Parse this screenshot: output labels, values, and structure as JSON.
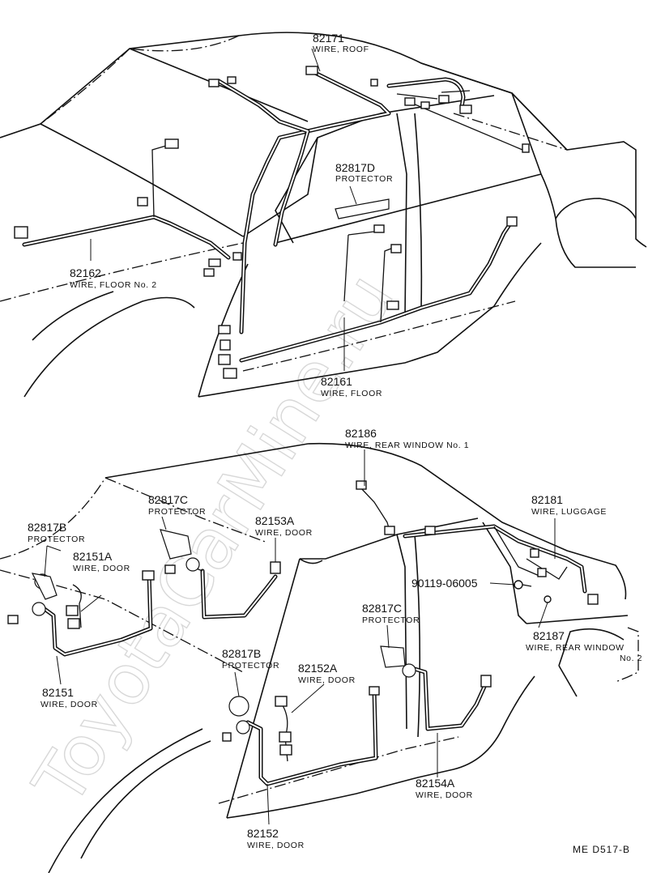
{
  "watermark": "ToyotaCarMine.ru",
  "reference": "ME  D517-B",
  "labels": [
    {
      "id": "82171",
      "number": "82171",
      "name": "WIRE, ROOF"
    },
    {
      "id": "82817D",
      "number": "82817D",
      "name": "PROTECTOR"
    },
    {
      "id": "82162",
      "number": "82162",
      "name": "WIRE, FLOOR No. 2"
    },
    {
      "id": "82161",
      "number": "82161",
      "name": "WIRE, FLOOR"
    },
    {
      "id": "82186",
      "number": "82186",
      "name": "WIRE, REAR WINDOW No. 1"
    },
    {
      "id": "82181",
      "number": "82181",
      "name": "WIRE, LUGGAGE"
    },
    {
      "id": "82817C-front",
      "number": "82817C",
      "name": "PROTECTOR"
    },
    {
      "id": "82153A",
      "number": "82153A",
      "name": "WIRE, DOOR"
    },
    {
      "id": "82817B-front",
      "number": "82817B",
      "name": "PROTECTOR"
    },
    {
      "id": "82151A",
      "number": "82151A",
      "name": "WIRE, DOOR"
    },
    {
      "id": "90119-06005",
      "number": "90119-06005",
      "name": ""
    },
    {
      "id": "82817C-rear",
      "number": "82817C",
      "name": "PROTECTOR"
    },
    {
      "id": "82187",
      "number": "82187",
      "name": "WIRE, REAR WINDOW",
      "name2": "No. 2"
    },
    {
      "id": "82817B-rear",
      "number": "82817B",
      "name": "PROTECTOR"
    },
    {
      "id": "82152A",
      "number": "82152A",
      "name": "WIRE, DOOR"
    },
    {
      "id": "82151",
      "number": "82151",
      "name": "WIRE, DOOR"
    },
    {
      "id": "82154A",
      "number": "82154A",
      "name": "WIRE, DOOR"
    },
    {
      "id": "82152",
      "number": "82152",
      "name": "WIRE, DOOR"
    }
  ]
}
